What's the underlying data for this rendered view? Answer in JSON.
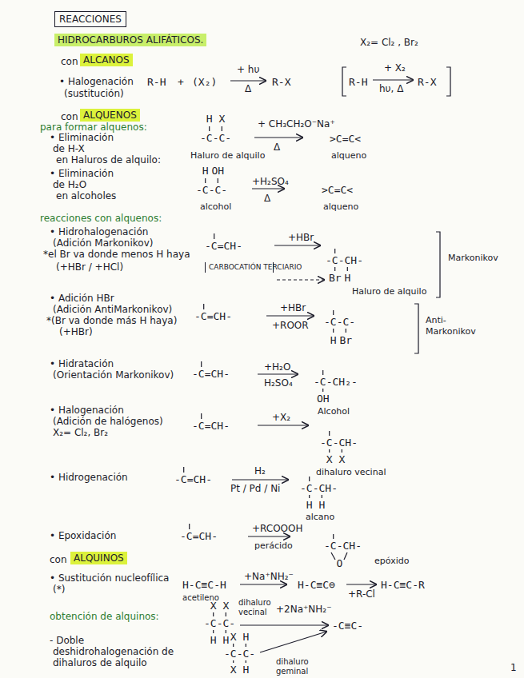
{
  "diagram": {
    "nodes": [
      {
        "text": [
          "REACCIONES"
        ]
      },
      {
        "text": [
          "HIDROCARBUROS ALIFÁTICOS."
        ]
      },
      {
        "text": [
          "ALCANOS"
        ]
      },
      {
        "text": [
          "ALQUENOS"
        ]
      },
      {
        "text": [
          "CARBOCATIÓN TERCIARIO"
        ]
      },
      {
        "text": [
          "ALQUINOS"
        ]
      }
    ],
    "labels": [
      "X₂= Cl₂ , Br₂",
      "con",
      "• Halogenación",
      "(sustitución)",
      "R-H",
      "+",
      "(X₂)",
      "+ hυ",
      "Δ",
      "R-X",
      "R-H",
      "+ X₂",
      "hυ, Δ",
      "R-X",
      "con",
      "para formar alquenos:",
      "• Eliminación",
      "de H-X",
      "en Haluros de alquilo:",
      "H",
      "X",
      "-C-C-",
      "Haluro de alquilo",
      "+ CH₃CH₂O⁻Na⁺",
      "Δ",
      ">C=C<",
      "alqueno",
      "• Eliminación",
      "de H₂O",
      "en alcoholes",
      "H",
      "OH",
      "-C-C-",
      "alcohol",
      "+H₂SO₄",
      "Δ",
      ">C=C<",
      "alqueno",
      "reacciones con alquenos:",
      "• Hidrohalogenación",
      "(Adición Markonikov)",
      "*el Br va donde menos H haya",
      "(+HBr / +HCl)",
      "-C=CH-",
      "+HBr",
      "-C-CH-",
      "Br",
      "H",
      "Haluro de alquilo",
      "Markonikov",
      "• Adición HBr",
      "(Adición AntiMarkonikov)",
      "*(Br va donde más H haya)",
      "(+HBr)",
      "-C=CH-",
      "+HBr",
      "+ROOR",
      "-C-C-",
      "H",
      "Br",
      "Anti-",
      "Markonikov",
      "• Hidratación",
      "(Orientación Markonikov)",
      "-C=CH-",
      "+H₂O",
      "H₂SO₄",
      "-C-CH₂-",
      "OH",
      "Alcohol",
      "• Halogenación",
      "(Adición de halógenos)",
      "X₂= Cl₂, Br₂",
      "-C=CH-",
      "+X₂",
      "-C-CH-",
      "X",
      "X",
      "dihaluro vecinal",
      "• Hidrogenación",
      "-C=CH-",
      "H₂",
      "Pt / Pd / Ni",
      "-C-CH-",
      "H",
      "H",
      "alcano",
      "• Epoxidación",
      "-C=CH-",
      "+RCOOOH",
      "perácido",
      "-C-CH-",
      "O",
      "epóxido",
      "con",
      "• Sustitución nucleofílica",
      "(*)",
      "H-C≡C-H",
      "acetileno",
      "+Na⁺NH₂⁻",
      "H-C≡C⊖",
      "+R-Cl",
      "H-C≡C-R",
      "obtención de alquinos:",
      "- Doble",
      "deshidrohalogenación de",
      "dihaluros de alquilo",
      "X",
      "X",
      "-C-C-",
      "H",
      "H",
      "dihaluro vecinal",
      "+2Na⁺NH₂⁻",
      "X",
      "H",
      "-C-C-",
      "X",
      "H",
      "dihaluro geminal",
      "-C≡C-",
      "1"
    ]
  }
}
